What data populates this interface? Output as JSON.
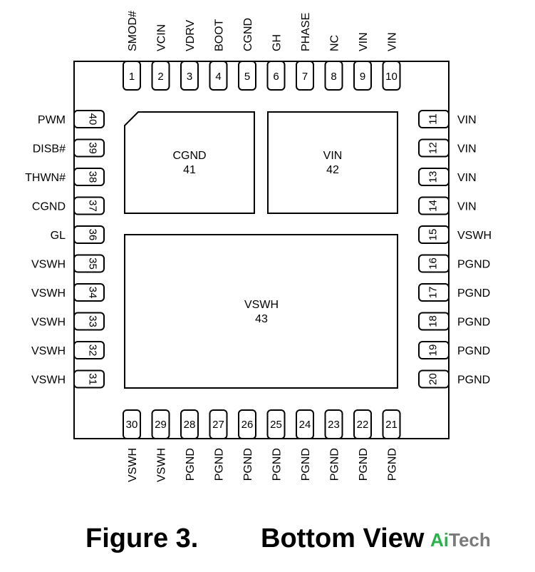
{
  "figure": {
    "number_label": "Figure 3.",
    "view_label": "Bottom View"
  },
  "watermark": {
    "part1": "Ai",
    "part2": "Tech",
    "color_primary": "#2ab34a",
    "color_secondary": "#7a7a7a"
  },
  "pins": {
    "top": [
      {
        "num": "1",
        "name": "SMOD#"
      },
      {
        "num": "2",
        "name": "VCIN"
      },
      {
        "num": "3",
        "name": "VDRV"
      },
      {
        "num": "4",
        "name": "BOOT"
      },
      {
        "num": "5",
        "name": "CGND"
      },
      {
        "num": "6",
        "name": "GH"
      },
      {
        "num": "7",
        "name": "PHASE"
      },
      {
        "num": "8",
        "name": "NC"
      },
      {
        "num": "9",
        "name": "VIN"
      },
      {
        "num": "10",
        "name": "VIN"
      }
    ],
    "right": [
      {
        "num": "11",
        "name": "VIN"
      },
      {
        "num": "12",
        "name": "VIN"
      },
      {
        "num": "13",
        "name": "VIN"
      },
      {
        "num": "14",
        "name": "VIN"
      },
      {
        "num": "15",
        "name": "VSWH"
      },
      {
        "num": "16",
        "name": "PGND"
      },
      {
        "num": "17",
        "name": "PGND"
      },
      {
        "num": "18",
        "name": "PGND"
      },
      {
        "num": "19",
        "name": "PGND"
      },
      {
        "num": "20",
        "name": "PGND"
      }
    ],
    "bottom": [
      {
        "num": "30",
        "name": "VSWH"
      },
      {
        "num": "29",
        "name": "VSWH"
      },
      {
        "num": "28",
        "name": "PGND"
      },
      {
        "num": "27",
        "name": "PGND"
      },
      {
        "num": "26",
        "name": "PGND"
      },
      {
        "num": "25",
        "name": "PGND"
      },
      {
        "num": "24",
        "name": "PGND"
      },
      {
        "num": "23",
        "name": "PGND"
      },
      {
        "num": "22",
        "name": "PGND"
      },
      {
        "num": "21",
        "name": "PGND"
      }
    ],
    "left": [
      {
        "num": "40",
        "name": "PWM"
      },
      {
        "num": "39",
        "name": "DISB#"
      },
      {
        "num": "38",
        "name": "THWN#"
      },
      {
        "num": "37",
        "name": "CGND"
      },
      {
        "num": "36",
        "name": "GL"
      },
      {
        "num": "35",
        "name": "VSWH"
      },
      {
        "num": "34",
        "name": "VSWH"
      },
      {
        "num": "33",
        "name": "VSWH"
      },
      {
        "num": "32",
        "name": "VSWH"
      },
      {
        "num": "31",
        "name": "VSWH"
      }
    ]
  },
  "pads": [
    {
      "name": "CGND",
      "num": "41"
    },
    {
      "name": "VIN",
      "num": "42"
    },
    {
      "name": "VSWH",
      "num": "43"
    }
  ]
}
